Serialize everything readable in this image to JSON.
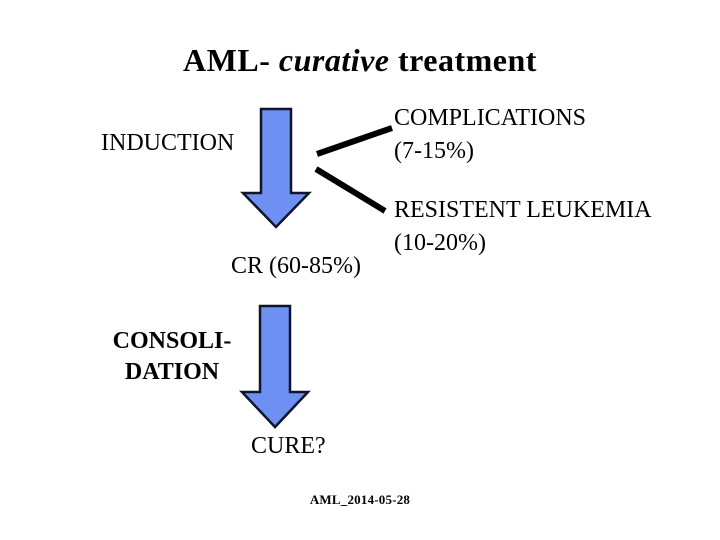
{
  "slide": {
    "title": {
      "prefix": "AML- ",
      "emphasis": "curative",
      "suffix": " treatment"
    },
    "stages": {
      "induction_label": "INDUCTION",
      "consolidation_line1": "CONSOLI-",
      "consolidation_line2": "DATION"
    },
    "outcomes": {
      "complications_line1": "COMPLICATIONS",
      "complications_line2": "(7-15%)",
      "resistent_line1": "RESISTENT LEUKEMIA",
      "resistent_line2": "(10-20%)",
      "cr_label": "CR (60-85%)",
      "cure_label": "CURE?"
    },
    "footer": "AML_2014-05-28"
  },
  "icons": {
    "induction_arrow": "block-down-arrow-icon",
    "consolidation_arrow": "block-down-arrow-icon",
    "branch_lines": "connector-line"
  },
  "colors": {
    "background": "#ffffff",
    "text": "#000000",
    "arrow_fill": "#6E90F2",
    "arrow_outline": "#10142A",
    "connector": "#000000"
  }
}
